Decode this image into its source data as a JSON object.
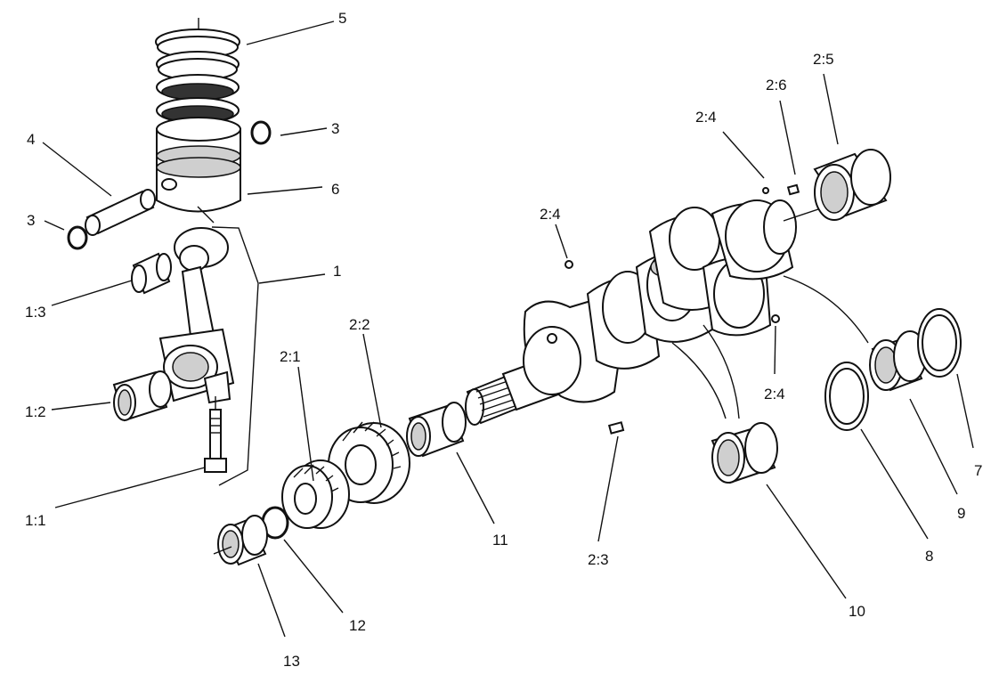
{
  "callouts": {
    "c5": "5",
    "c3a": "3",
    "c4": "4",
    "c6": "6",
    "c3b": "3",
    "c1": "1",
    "c1_3": "1:3",
    "c1_2": "1:2",
    "c1_1": "1:1",
    "c2_1": "2:1",
    "c2_2": "2:2",
    "c2_4a": "2:4",
    "c2_4b": "2:4",
    "c2_6": "2:6",
    "c2_5": "2:5",
    "c2_4c": "2:4",
    "c2_3": "2:3",
    "c11": "11",
    "c12": "12",
    "c13": "13",
    "c10": "10",
    "c8": "8",
    "c9": "9",
    "c7": "7"
  },
  "colors": {
    "line": "#111111",
    "background": "#ffffff",
    "shade": "#cfcfcf"
  }
}
